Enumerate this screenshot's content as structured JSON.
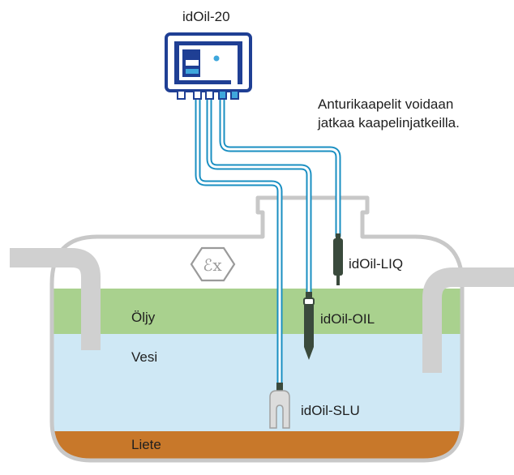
{
  "controller": {
    "name": "idOil-20"
  },
  "note": {
    "line1": "Anturikaapelit voidaan",
    "line2": "jatkaa kaapelinjatkeilla."
  },
  "sensors": [
    {
      "name": "idOil-LIQ"
    },
    {
      "name": "idOil-OIL"
    },
    {
      "name": "idOil-SLU"
    }
  ],
  "layers": [
    {
      "name": "Öljy",
      "color": "#a9d18e"
    },
    {
      "name": "Vesi",
      "color": "#cfe8f5"
    },
    {
      "name": "Liete",
      "color": "#c8782a"
    }
  ],
  "colors": {
    "cable": "#1a8fc2",
    "tank_outline": "#c8c8c8",
    "device_frame": "#1f3f94",
    "sensor_body": "#3a4a3c"
  },
  "symbols": {
    "ex_mark": "ex-explosion-protection-icon"
  }
}
